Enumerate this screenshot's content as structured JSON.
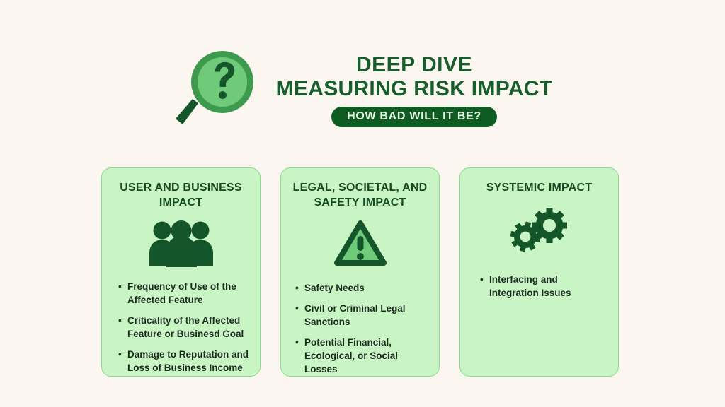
{
  "colors": {
    "background": "#FBF7F0",
    "card_fill": "#C9F5C4",
    "card_border": "#86DE8E",
    "dark_green": "#165E2B",
    "deep_green": "#0F5C22",
    "icon_dark": "#14562A",
    "icon_mid": "#4CAF5A",
    "icon_light": "#6FCB7A",
    "badge_text": "#E6F9E4",
    "body_text": "#1C2B20"
  },
  "header": {
    "icon": "magnifying-glass-question-icon",
    "title_line1": "DEEP DIVE",
    "title_line2": "MEASURING RISK IMPACT",
    "badge": "HOW BAD WILL IT BE?"
  },
  "cards": [
    {
      "id": "user-and-business-impact",
      "title": "USER AND BUSINESS IMPACT",
      "icon": "people-group-icon",
      "bullets": [
        "Frequency of Use of the Affected Feature",
        "Criticality of the Affected Feature or Businesd Goal",
        "Damage to Reputation and Loss of Business Income"
      ]
    },
    {
      "id": "legal-societal-and-safety-impact",
      "title": "LEGAL, SOCIETAL, AND SAFETY IMPACT",
      "icon": "warning-triangle-icon",
      "bullets": [
        "Safety Needs",
        "Civil or Criminal Legal Sanctions",
        "Potential Financial, Ecological, or Social Losses"
      ]
    },
    {
      "id": "systemic-impact",
      "title": "SYSTEMIC IMPACT",
      "icon": "gears-icon",
      "bullets": [
        "Interfacing and Integration Issues"
      ]
    }
  ],
  "bullet_glyph": "•"
}
